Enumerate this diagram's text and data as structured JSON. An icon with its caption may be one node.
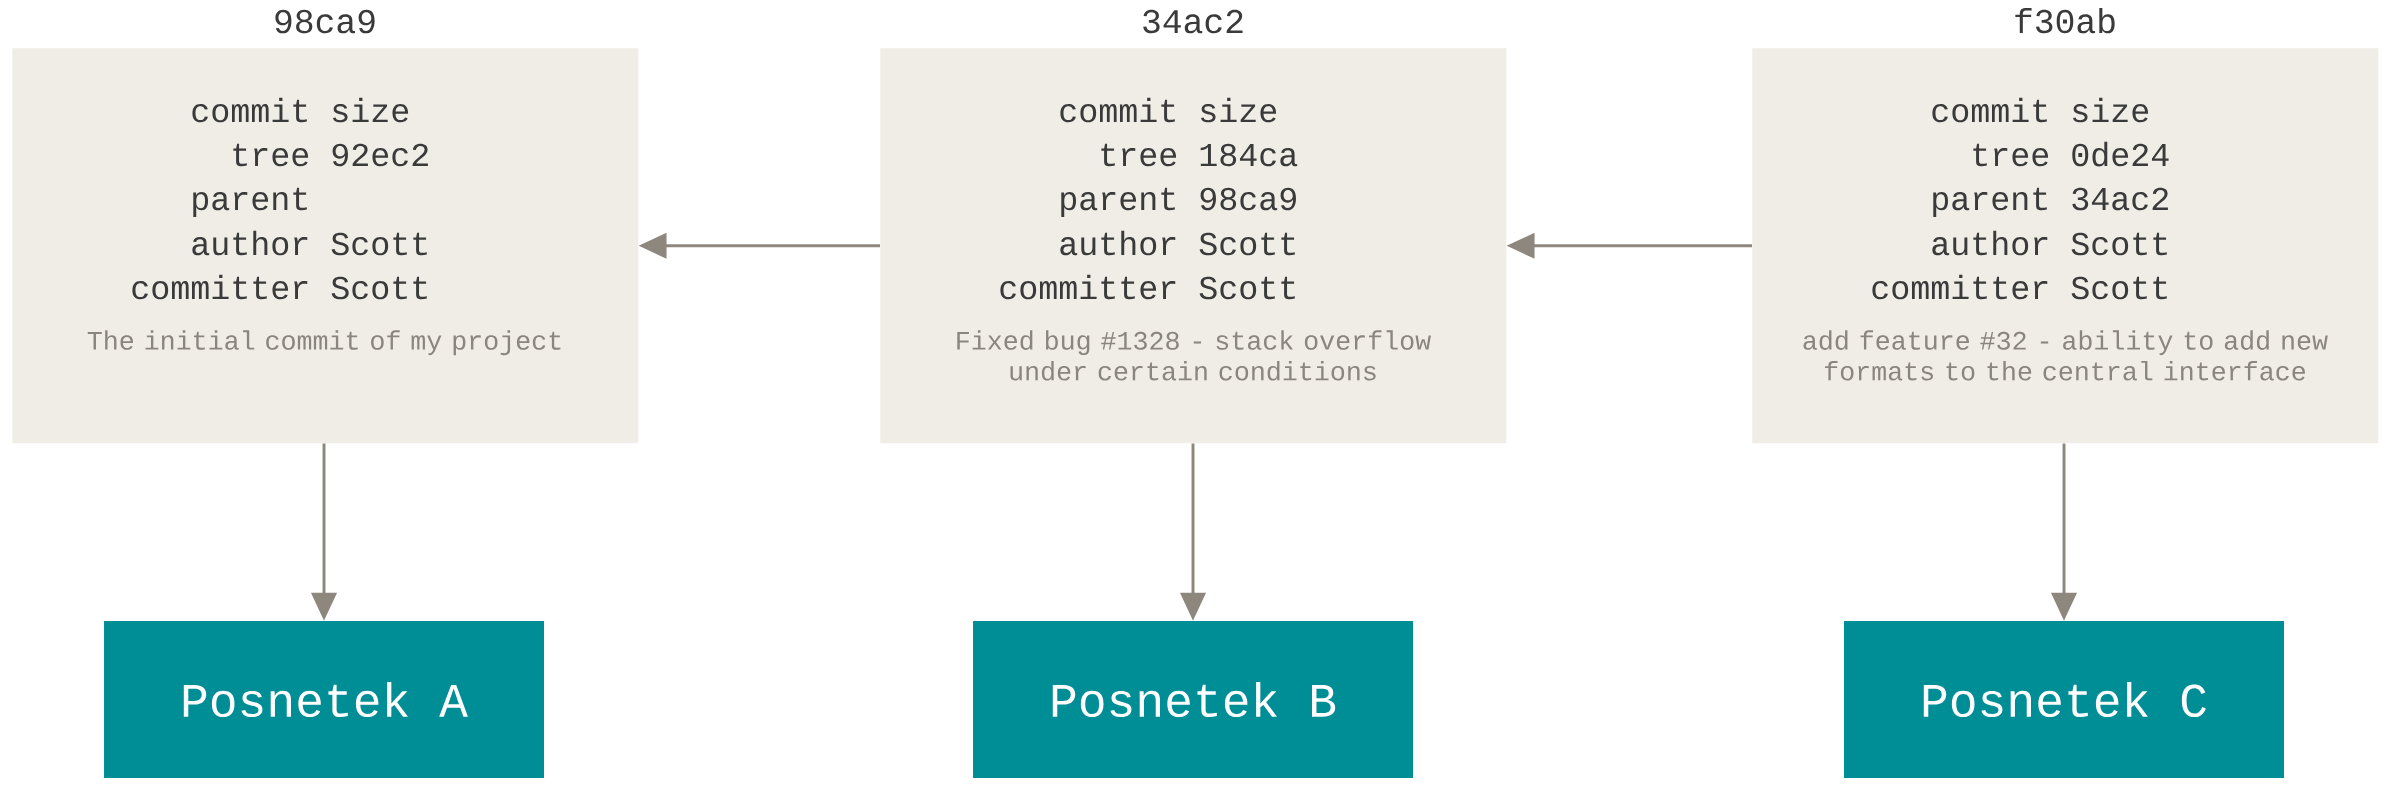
{
  "diagram": {
    "nodes": [
      {
        "text": [
          "98ca9",
          "commit size",
          "tree 92ec2",
          "parent",
          "author Scott",
          "committer Scott",
          "The initial commit of my project"
        ]
      },
      {
        "text": [
          "34ac2",
          "commit size",
          "tree 184ca",
          "parent 98ca9",
          "author Scott",
          "committer Scott",
          "Fixed bug #1328 - stack overflow under certain conditions"
        ]
      },
      {
        "text": [
          "f30ab",
          "commit size",
          "tree 0de24",
          "parent 34ac2",
          "author Scott",
          "committer Scott",
          "add feature #32 - ability to add new formats to the central interface"
        ]
      },
      {
        "text": [
          "Posnetek A"
        ]
      },
      {
        "text": [
          "Posnetek B"
        ]
      },
      {
        "text": [
          "Posnetek C"
        ]
      }
    ],
    "edges": [
      {
        "from": 1,
        "to": 0,
        "arrow": "to"
      },
      {
        "from": 2,
        "to": 1,
        "arrow": "to"
      },
      {
        "from": 0,
        "to": 3,
        "arrow": "to"
      },
      {
        "from": 1,
        "to": 4,
        "arrow": "to"
      },
      {
        "from": 2,
        "to": 5,
        "arrow": "to"
      }
    ]
  }
}
